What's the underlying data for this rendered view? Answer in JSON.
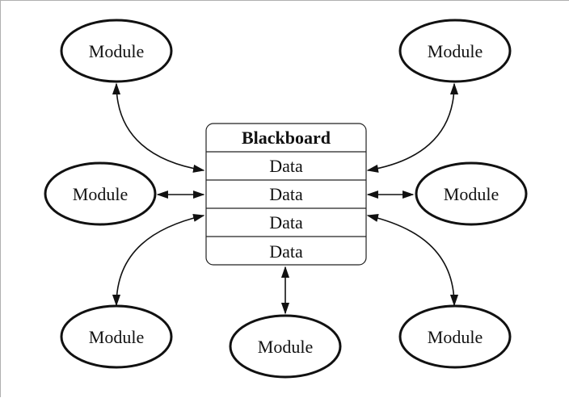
{
  "diagram": {
    "blackboard": {
      "title": "Blackboard",
      "rows": [
        "Data",
        "Data",
        "Data",
        "Data"
      ]
    },
    "modules": [
      {
        "id": "top-left",
        "label": "Module"
      },
      {
        "id": "top-right",
        "label": "Module"
      },
      {
        "id": "mid-left",
        "label": "Module"
      },
      {
        "id": "mid-right",
        "label": "Module"
      },
      {
        "id": "bottom-left",
        "label": "Module"
      },
      {
        "id": "bottom-center",
        "label": "Module"
      },
      {
        "id": "bottom-right",
        "label": "Module"
      }
    ],
    "connections": [
      {
        "from": "top-left",
        "to": "blackboard",
        "direction": "both"
      },
      {
        "from": "top-right",
        "to": "blackboard",
        "direction": "both"
      },
      {
        "from": "mid-left",
        "to": "blackboard",
        "direction": "both"
      },
      {
        "from": "mid-right",
        "to": "blackboard",
        "direction": "both"
      },
      {
        "from": "bottom-left",
        "to": "blackboard",
        "direction": "both"
      },
      {
        "from": "bottom-center",
        "to": "blackboard",
        "direction": "both"
      },
      {
        "from": "bottom-right",
        "to": "blackboard",
        "direction": "both"
      }
    ]
  }
}
